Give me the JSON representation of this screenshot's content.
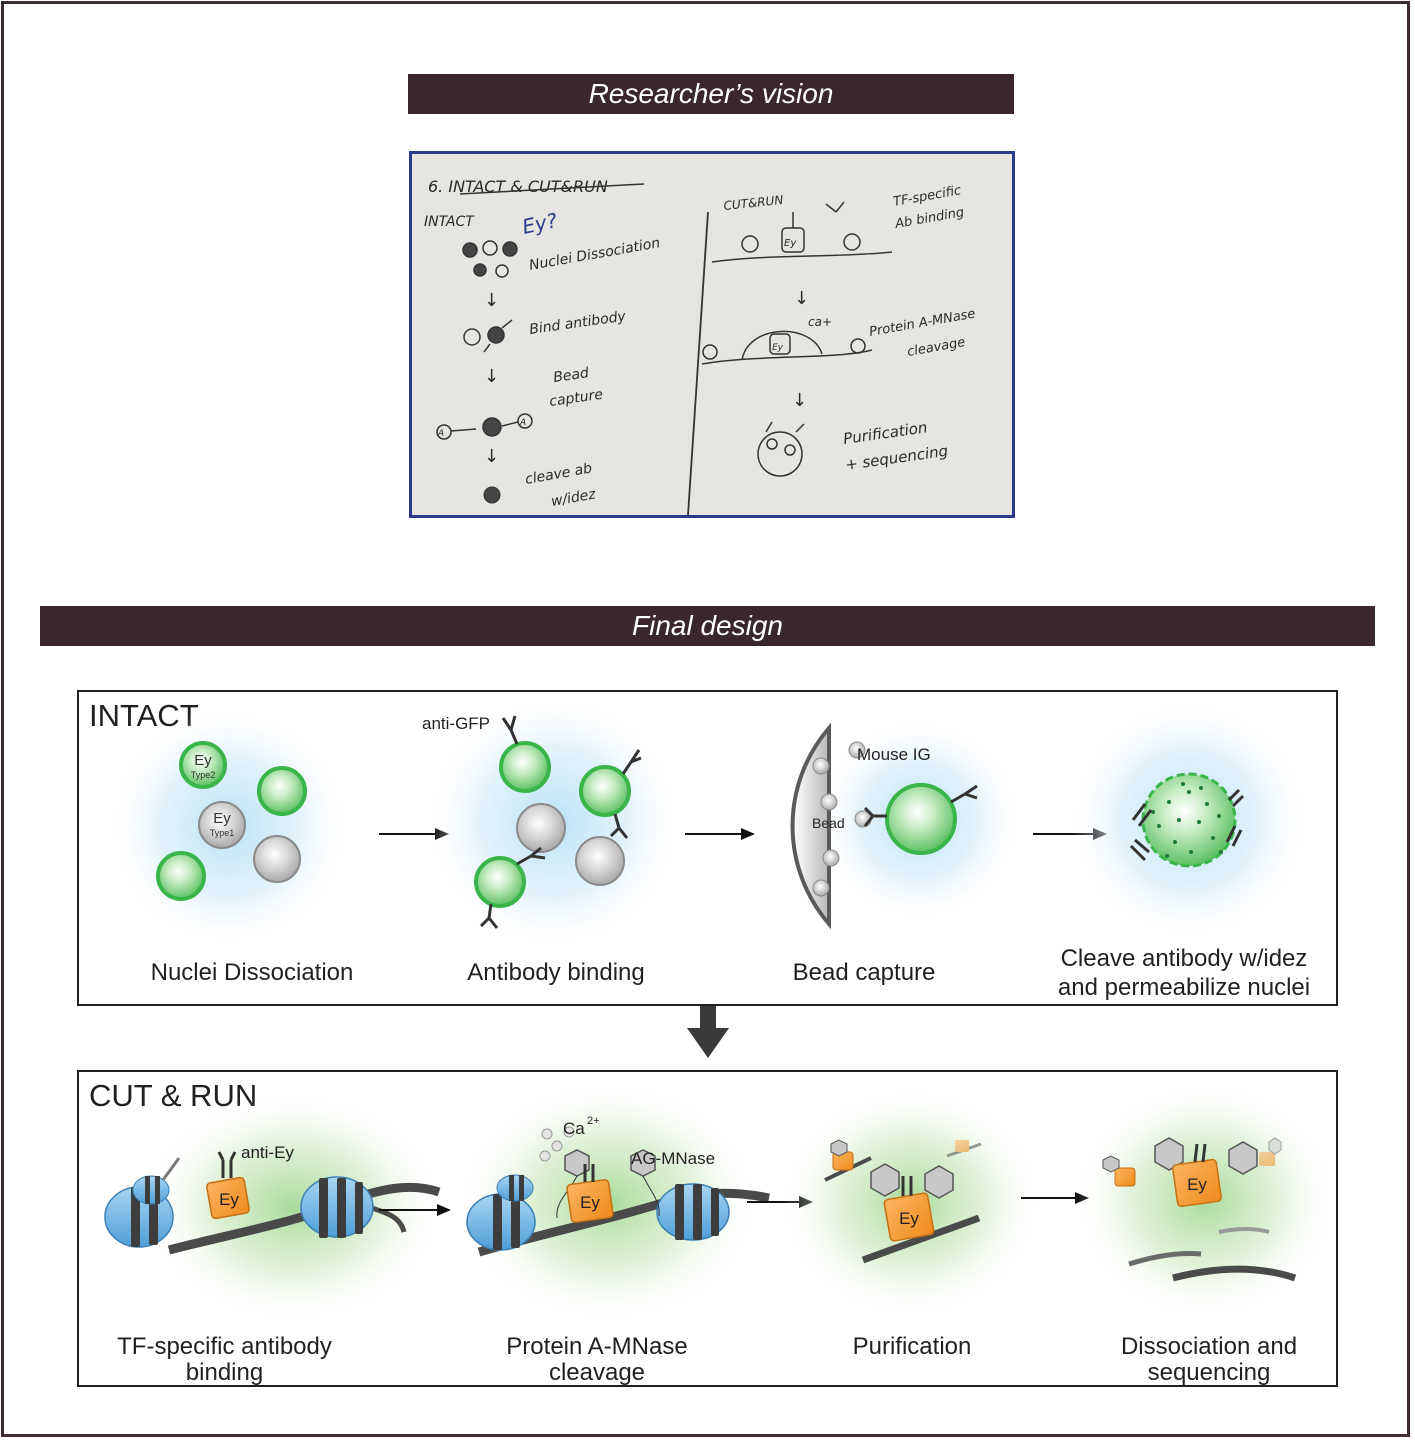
{
  "banners": {
    "vision": "Researcher’s vision",
    "final": "Final design"
  },
  "sketch": {
    "title": "6. INTACT & CUT&RUN",
    "intact_heading": "INTACT",
    "ey_note": "Ey?",
    "step1": "Nuclei Dissociation",
    "step2": "Bind antibody",
    "step3a": "Bead",
    "step3b": "capture",
    "step4a": "cleave ab",
    "step4b": "w/idez",
    "cutrun_heading": "CUT&RUN",
    "tf_a": "TF-specific",
    "tf_b": "Ab binding",
    "pa_a": "Protein A-MNase",
    "pa_b": "cleavage",
    "pur_a": "Purification",
    "pur_b": "+ sequencing",
    "ca_note": "ca+",
    "ey_label": "Ey",
    "bead_letter": "A"
  },
  "intact": {
    "title": "INTACT",
    "steps": [
      "Nuclei Dissociation",
      "Antibody binding",
      "Bead capture",
      "Cleave antibody w/idez\nand permeabilize nuclei"
    ],
    "ey": "Ey",
    "type2": "Type2",
    "type1": "Type1",
    "anti_gfp": "anti-GFP",
    "mouse_ig": "Mouse IG",
    "bead": "Bead"
  },
  "cutrun": {
    "title": "CUT & RUN",
    "steps": [
      "TF-specific antibody\nbinding",
      "Protein A-MNase\ncleavage",
      "Purification",
      "Dissociation and\nsequencing"
    ],
    "anti_ey": "anti-Ey",
    "ca": "Ca",
    "ca_sup": "2+",
    "ag_mnase": "AG-MNase",
    "ey": "Ey"
  },
  "colors": {
    "banner": "#3b262f",
    "nucleus_green": "#3cb54a",
    "nucleus_grey": "#bdbdbd",
    "halo_blue": "#cde9f7",
    "halo_green": "#bfe3b1",
    "ey_orange": "#f7941d",
    "nucleosome_blue": "#6fb6e8"
  }
}
